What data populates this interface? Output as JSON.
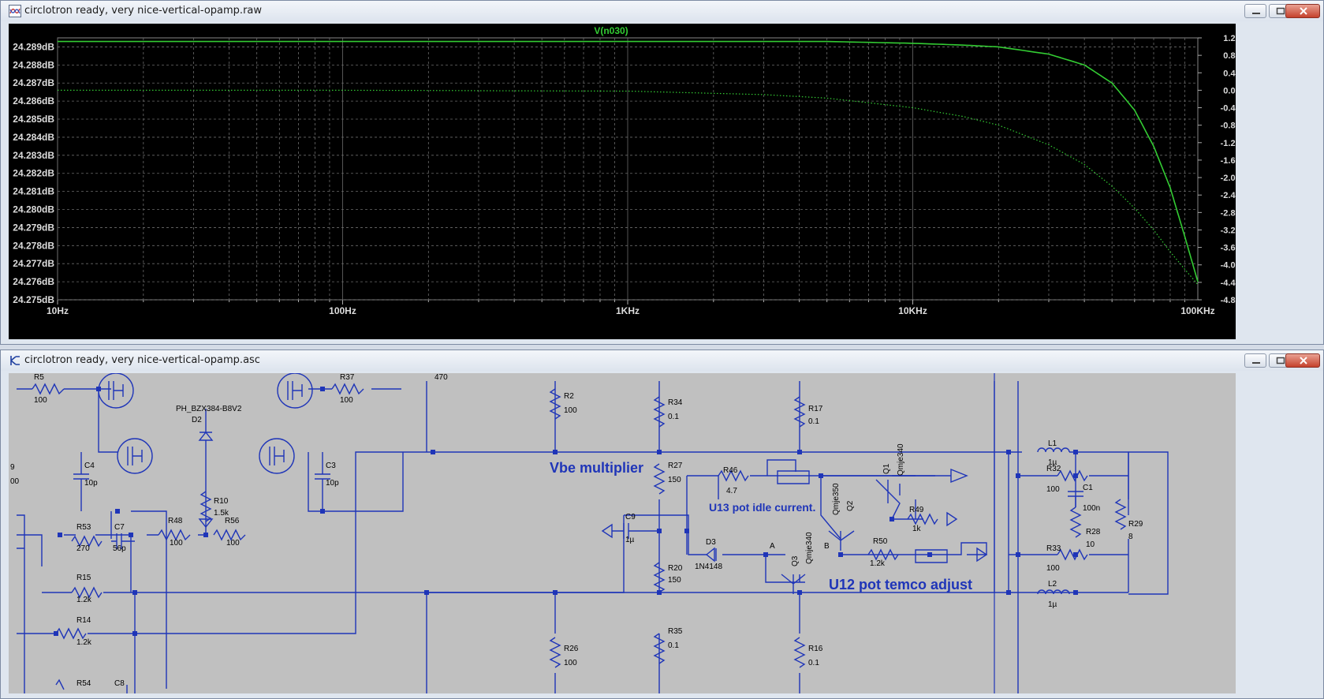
{
  "plot_window": {
    "title": "circlotron ready, very nice-vertical-opamp.raw",
    "controls": [
      "minimize",
      "maximize",
      "close"
    ]
  },
  "chart_data": {
    "type": "line",
    "title": "V(n030)",
    "x_scale": "log",
    "xlim": [
      10,
      100000
    ],
    "x_ticks": [
      "10Hz",
      "100Hz",
      "1KHz",
      "10KHz",
      "100KHz"
    ],
    "y_left_ticks": [
      "24.289dB",
      "24.288dB",
      "24.287dB",
      "24.286dB",
      "24.285dB",
      "24.284dB",
      "24.283dB",
      "24.282dB",
      "24.281dB",
      "24.280dB",
      "24.279dB",
      "24.278dB",
      "24.277dB",
      "24.276dB",
      "24.275dB"
    ],
    "y_left_lim": [
      24.275,
      24.2895
    ],
    "y_right_ticks": [
      "1.2°",
      "0.8°",
      "0.4°",
      "0.0°",
      "-0.4°",
      "-0.8°",
      "-1.2°",
      "-1.6°",
      "-2.0°",
      "-2.4°",
      "-2.8°",
      "-3.2°",
      "-3.6°",
      "-4.0°",
      "-4.4°",
      "-4.8°"
    ],
    "y_right_lim": [
      -4.8,
      1.2
    ],
    "grid": true,
    "series": [
      {
        "role": "magnitude",
        "style": "solid",
        "color": "#33cc33",
        "x": [
          10,
          100,
          1000,
          3000,
          5000,
          10000,
          15000,
          20000,
          30000,
          40000,
          50000,
          60000,
          70000,
          80000,
          90000,
          100000
        ],
        "y": [
          24.2893,
          24.2893,
          24.2893,
          24.2893,
          24.2893,
          24.2892,
          24.2891,
          24.289,
          24.2886,
          24.288,
          24.287,
          24.2855,
          24.2835,
          24.2812,
          24.2785,
          24.276
        ]
      },
      {
        "role": "phase",
        "style": "dotted",
        "color": "#33cc33",
        "x": [
          10,
          100,
          1000,
          3000,
          5000,
          10000,
          15000,
          20000,
          30000,
          40000,
          50000,
          60000,
          70000,
          80000,
          90000,
          100000
        ],
        "y": [
          0.0,
          0.0,
          -0.02,
          -0.1,
          -0.18,
          -0.4,
          -0.6,
          -0.8,
          -1.25,
          -1.7,
          -2.2,
          -2.7,
          -3.2,
          -3.7,
          -4.1,
          -4.45
        ]
      }
    ]
  },
  "schematic_window": {
    "title": "circlotron ready, very nice-vertical-opamp.asc",
    "controls": [
      "minimize",
      "maximize",
      "close"
    ],
    "annotations": [
      "Vbe multiplier",
      "U13 pot idle current.",
      "U12 pot temco adjust"
    ],
    "components": [
      {
        "ref": "R5",
        "value": "100"
      },
      {
        "ref": "R37",
        "value": "100"
      },
      {
        "ref": "R2",
        "value": "100"
      },
      {
        "ref": "R34",
        "value": "0.1"
      },
      {
        "ref": "R17",
        "value": "0.1"
      },
      {
        "ref": "D2",
        "value": "PH_BZX384-B8V2"
      },
      {
        "ref": "C4",
        "value": "10p"
      },
      {
        "ref": "R48",
        "value": "100"
      },
      {
        "ref": "R56",
        "value": "100"
      },
      {
        "ref": "C3",
        "value": "10p"
      },
      {
        "ref": "R10",
        "value": "1.5k"
      },
      {
        "ref": "R27",
        "value": "150"
      },
      {
        "ref": "R46",
        "value": "4.7"
      },
      {
        "ref": "Q1",
        "value": "Qmje340"
      },
      {
        "ref": "Q2",
        "value": "Qmje350"
      },
      {
        "ref": "R49",
        "value": "1k"
      },
      {
        "ref": "C9",
        "value": "1µ"
      },
      {
        "ref": "R53",
        "value": "270"
      },
      {
        "ref": "C7",
        "value": "56p"
      },
      {
        "ref": "D3",
        "value": "1N4148"
      },
      {
        "ref": "Q3",
        "value": "Qmje340"
      },
      {
        "ref": "R50",
        "value": "1.2k"
      },
      {
        "ref": "R20",
        "value": "150"
      },
      {
        "ref": "R15",
        "value": "1.2k"
      },
      {
        "ref": "R14",
        "value": "1.2k"
      },
      {
        "ref": "R35",
        "value": "0.1"
      },
      {
        "ref": "R26",
        "value": "100"
      },
      {
        "ref": "R16",
        "value": "0.1"
      },
      {
        "ref": "R54",
        "value": ""
      },
      {
        "ref": "C8",
        "value": ""
      },
      {
        "ref": "L1",
        "value": "1µ"
      },
      {
        "ref": "R32",
        "value": "100"
      },
      {
        "ref": "C1",
        "value": "100n"
      },
      {
        "ref": "R28",
        "value": "10"
      },
      {
        "ref": "R29",
        "value": "8"
      },
      {
        "ref": "R33",
        "value": "100"
      },
      {
        "ref": "L2",
        "value": "1µ"
      }
    ],
    "partial_labels": [
      "470",
      "9",
      "00",
      "A",
      "B"
    ]
  }
}
